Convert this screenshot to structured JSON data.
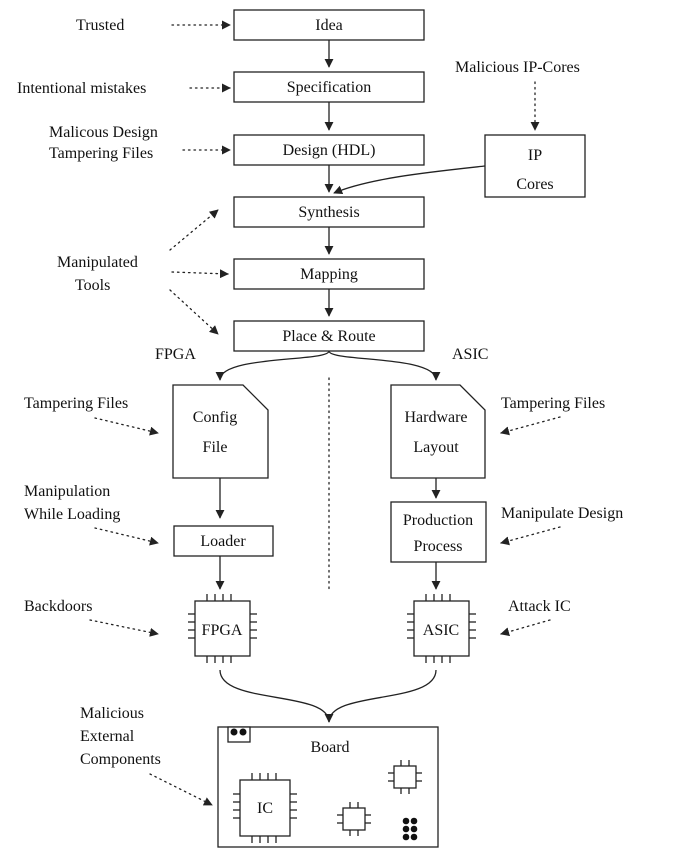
{
  "stages": {
    "idea": "Idea",
    "specification": "Specification",
    "design": "Design (HDL)",
    "synthesis": "Synthesis",
    "mapping": "Mapping",
    "place_route": "Place & Route",
    "ip_cores": [
      "IP",
      "Cores"
    ],
    "config_file": [
      "Config",
      "File"
    ],
    "hardware_layout": [
      "Hardware",
      "Layout"
    ],
    "loader": "Loader",
    "production_process": [
      "Production",
      "Process"
    ],
    "fpga": "FPGA",
    "asic": "ASIC",
    "board": "Board",
    "ic": "IC"
  },
  "branches": {
    "left": "FPGA",
    "right": "ASIC"
  },
  "threats": {
    "trusted": "Trusted",
    "intentional_mistakes": "Intentional mistakes",
    "malicious_ip_cores": "Malicious IP-Cores",
    "design_tampering": [
      "Malicous Design",
      "Tampering Files"
    ],
    "manipulated_tools": [
      "Manipulated",
      "Tools"
    ],
    "tampering_files_left": "Tampering Files",
    "tampering_files_right": "Tampering Files",
    "manipulation_loading": [
      "Manipulation",
      "While Loading"
    ],
    "manipulate_design": "Manipulate Design",
    "backdoors": "Backdoors",
    "attack_ic": "Attack IC",
    "malicious_external": [
      "Malicious",
      "External",
      "Components"
    ]
  }
}
